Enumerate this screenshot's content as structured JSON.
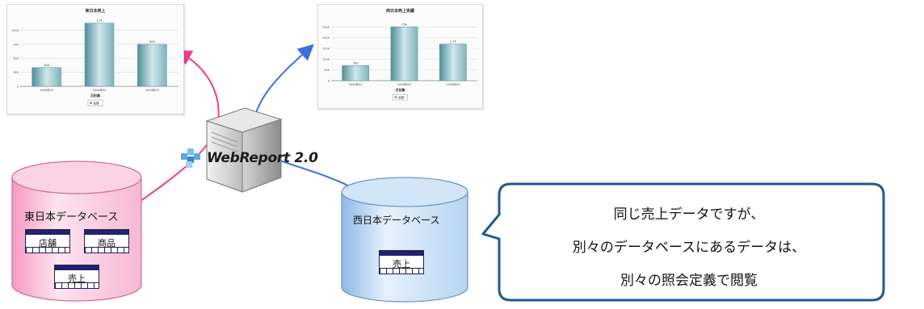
{
  "charts": [
    {
      "type": "bar",
      "title": "東日本売上",
      "categories": [
        "2009年01",
        "2009年02",
        "2009年03"
      ],
      "values": [
        400,
        1350,
        900
      ],
      "ylim": [
        0,
        1500
      ],
      "yticks": [
        "0",
        "300",
        "600",
        "900",
        "1200"
      ],
      "data_labels": [
        "400",
        "1.3k",
        "900"
      ],
      "xlabel": "月別集",
      "legend": "金額",
      "bar_color": "#7fb3bb"
    },
    {
      "type": "bar",
      "title": "西日本売上実績",
      "categories": [
        "2009年01",
        "2009年02",
        "2009年03"
      ],
      "values": [
        700,
        2500,
        1700
      ],
      "ylim": [
        0,
        3000
      ],
      "yticks": [
        "0",
        "500",
        "1000",
        "1500",
        "2000",
        "2500"
      ],
      "data_labels": [
        "700",
        "25k",
        "1.7k"
      ],
      "xlabel": "月別集",
      "legend": "金額",
      "bar_color": "#7fb3bb"
    }
  ],
  "server": {
    "logo_text": "WebReport 2.0"
  },
  "east_db": {
    "label": "東日本データベース",
    "tables": [
      "店舗",
      "商品",
      "売上"
    ],
    "color": "#f6b8d3"
  },
  "west_db": {
    "label": "西日本データベース",
    "tables": [
      "売上"
    ],
    "color": "#b8d4f0"
  },
  "callout": {
    "lines": [
      "同じ売上データですが、",
      "別々のデータベースにあるデータは、",
      "別々の照会定義で閲覧"
    ]
  },
  "colors": {
    "east_arrow": "#ee3d8c",
    "west_arrow": "#3e6fe0",
    "callout_border": "#1f5a8c"
  }
}
